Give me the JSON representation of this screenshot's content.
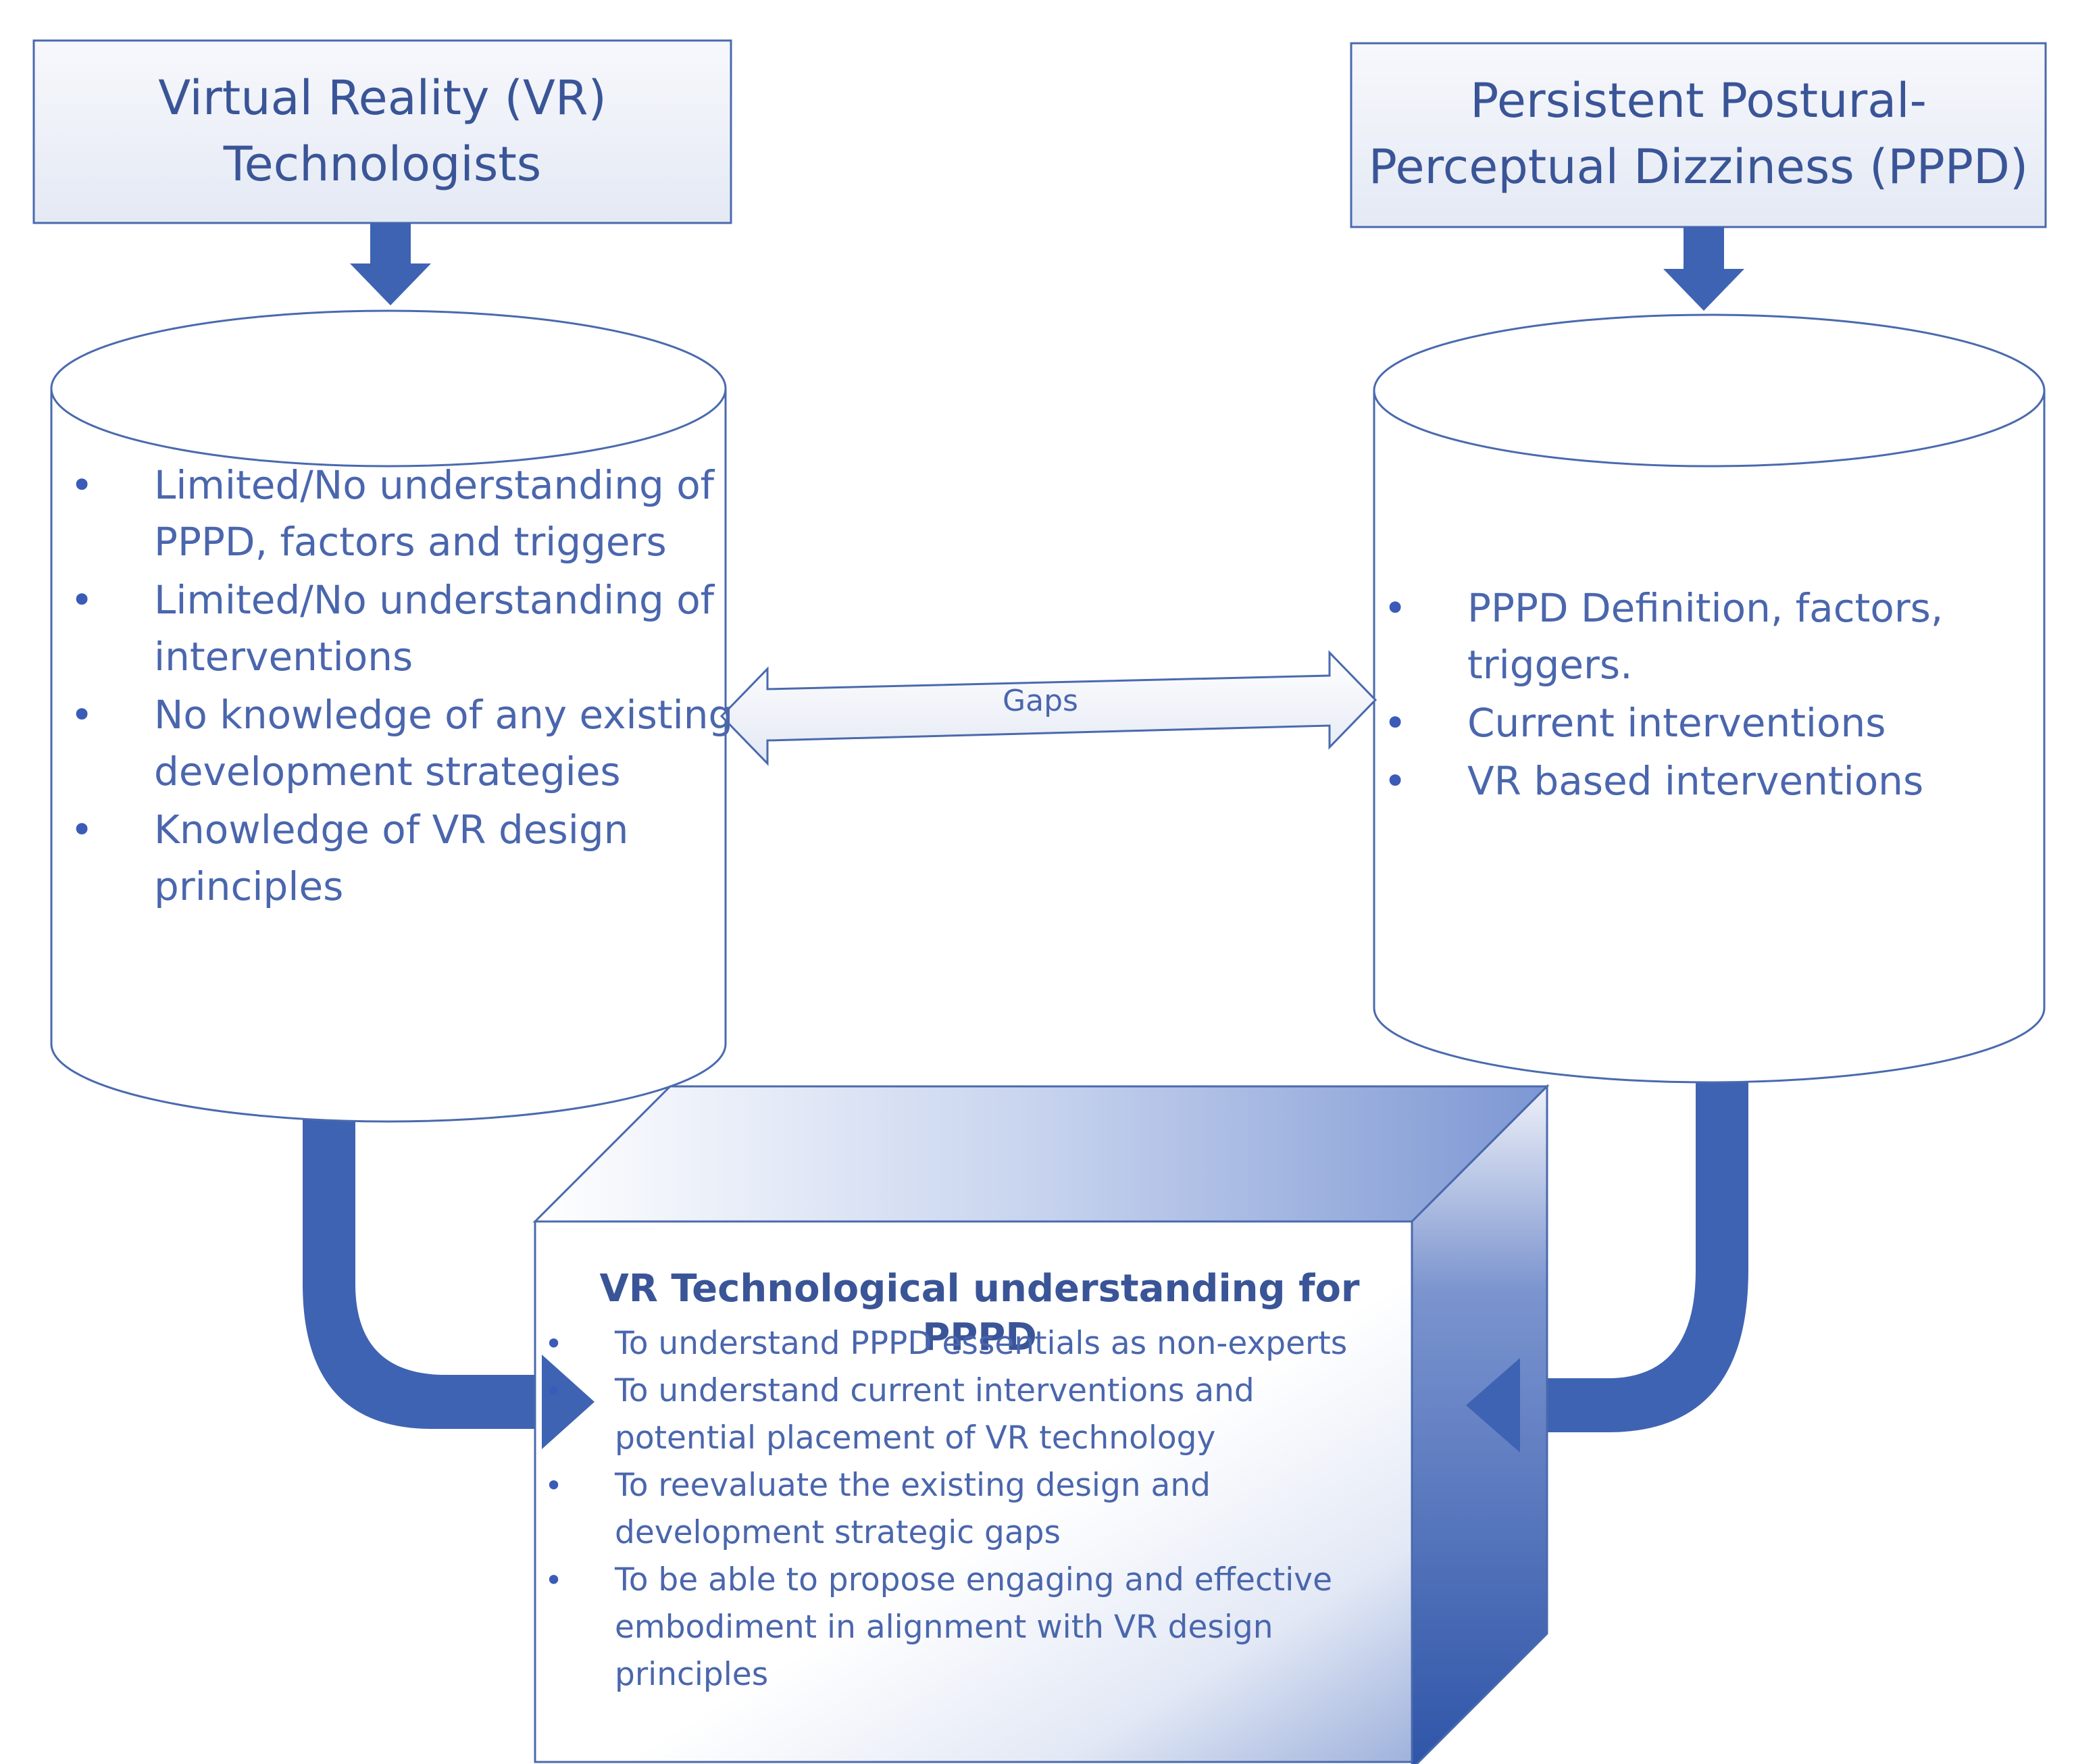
{
  "vr_box": {
    "title": "Virtual Reality (VR)\nTechnologists",
    "items": [
      "Limited/No understanding of PPPD, factors and triggers",
      "Limited/No understanding of interventions",
      "No knowledge of any existing development strategies",
      "Knowledge of VR design principles"
    ]
  },
  "pppd_box": {
    "title": "Persistent Postural-\nPerceptual Dizziness (PPPD)",
    "items": [
      "PPPD Definition, factors, triggers.",
      "Current interventions",
      "VR based interventions"
    ]
  },
  "gap_arrow": {
    "label": "Gaps"
  },
  "outcome": {
    "title": "VR Technological understanding for PPPD",
    "items": [
      "To understand PPPD essentials as non-experts",
      "To understand current interventions and potential placement of VR technology",
      "To reevaluate the existing design and development strategic gaps",
      "To be able to propose engaging and effective embodiment in alignment with VR design principles"
    ]
  },
  "colors": {
    "primary_blue": "#3f63b3",
    "text_blue": "#3a5597",
    "bullet_blue": "#3a5bb8",
    "header_fill": "#eef1f8"
  }
}
